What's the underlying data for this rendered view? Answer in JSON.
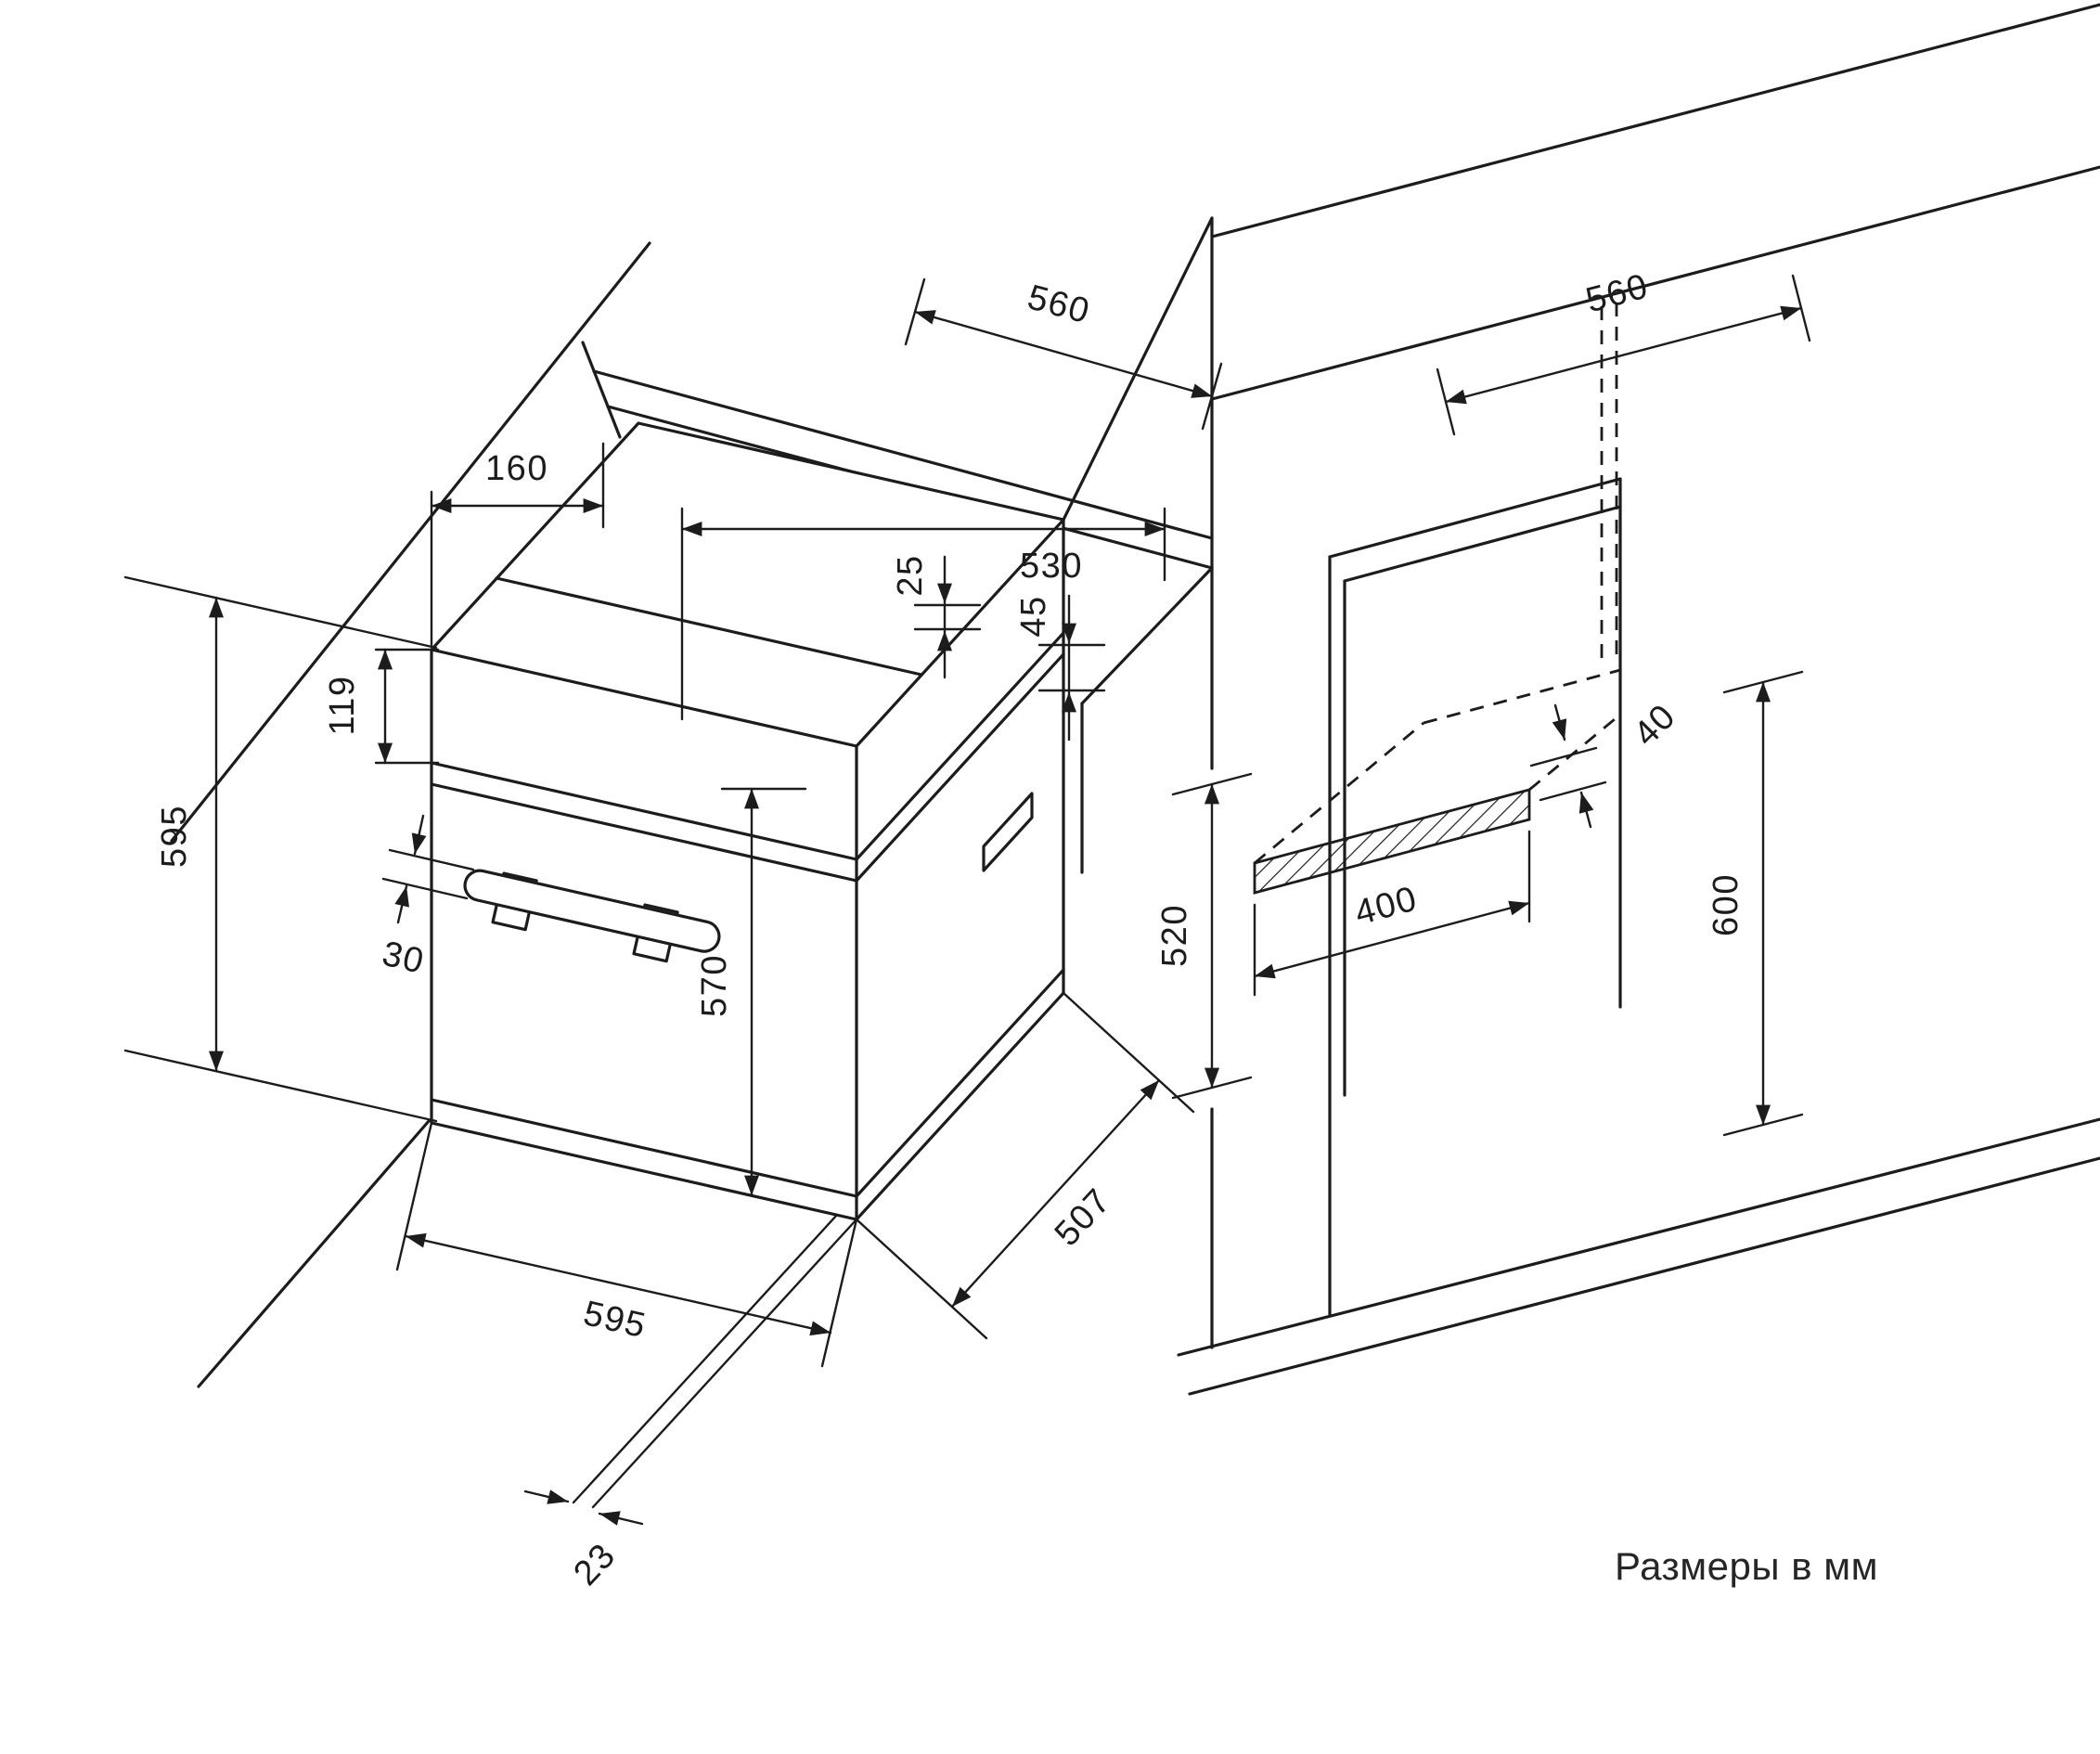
{
  "diagram": {
    "caption": "Размеры в мм",
    "dims": {
      "oven_height": "595",
      "panel_depth": "160",
      "top_depth": "530",
      "top_gap": "25",
      "front_gap": "45",
      "panel_height": "119",
      "handle_depth": "30",
      "door_height": "570",
      "oven_width": "595",
      "oven_depth": "507",
      "door_overhang": "23",
      "niche_depth_left": "560",
      "niche_depth_right": "560",
      "niche_front_height": "520",
      "floor_depth": "400",
      "back_gap": "40",
      "niche_height": "600"
    }
  }
}
